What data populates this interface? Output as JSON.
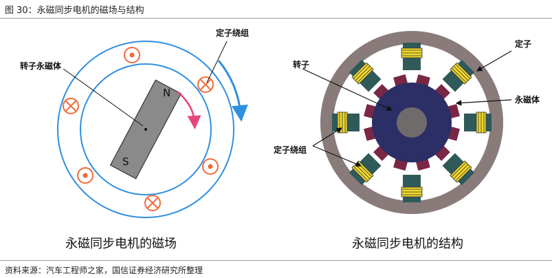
{
  "header": {
    "figure_title": "图 30：永磁同步电机的磁场与结构"
  },
  "left": {
    "caption": "永磁同步电机的磁场",
    "labels": {
      "rotor_magnet": "转子永磁体",
      "stator_winding": "定子绕组"
    },
    "poles": {
      "north": "N",
      "south": "S"
    }
  },
  "right": {
    "caption": "永磁同步电机的结构",
    "labels": {
      "stator": "定子",
      "rotor": "转子",
      "permanent_magnet": "永磁体",
      "stator_winding": "定子绕组"
    }
  },
  "footer": {
    "source": "资料来源：汽车工程师之家，国信证券经济研究所整理"
  },
  "colors": {
    "ring_blue": "#2f8fe0",
    "coil_orange": "#f26a3a",
    "magnet_gray": "#8a8a8a",
    "arrow_pink": "#e8457a",
    "stator_outer": "#8a7b7b",
    "stator_teal": "#2f5a59",
    "coil_yellow": "#f2d82b",
    "rotor_navy": "#2c2e66",
    "magnet_maroon": "#7a2745",
    "shaft_gray": "#6f6b6b"
  }
}
